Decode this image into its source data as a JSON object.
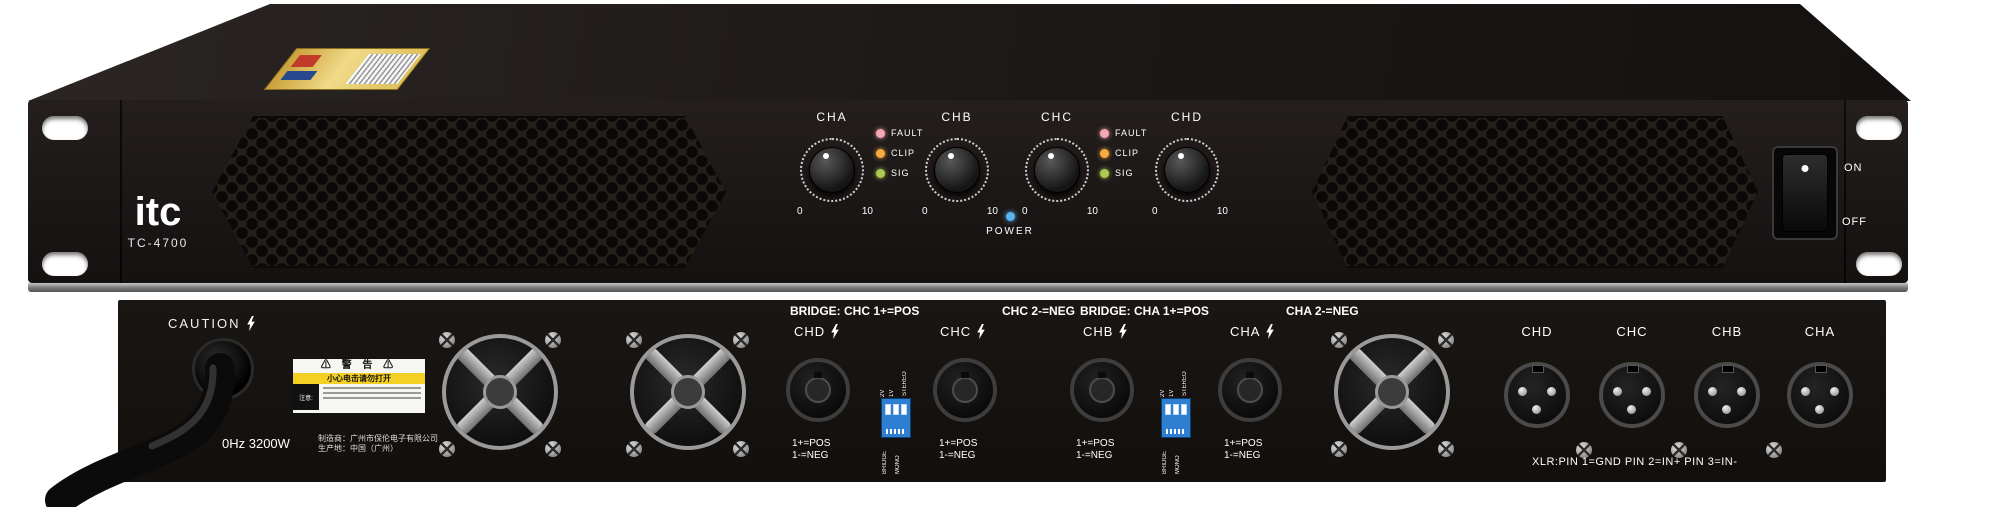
{
  "front": {
    "brand": "itc",
    "model": "TC-4700",
    "power_label": "POWER",
    "switch_on": "ON",
    "switch_off": "OFF",
    "channels": [
      {
        "label": "CHA",
        "min": "0",
        "max": "10"
      },
      {
        "label": "CHB",
        "min": "0",
        "max": "10"
      },
      {
        "label": "CHC",
        "min": "0",
        "max": "10"
      },
      {
        "label": "CHD",
        "min": "0",
        "max": "10"
      }
    ],
    "led_groups": [
      {
        "leds": [
          {
            "label": "FAULT"
          },
          {
            "label": "CLIP"
          },
          {
            "label": "SIG"
          }
        ]
      },
      {
        "leds": [
          {
            "label": "FAULT"
          },
          {
            "label": "CLIP"
          },
          {
            "label": "SIG"
          }
        ]
      }
    ],
    "colors": {
      "led_fault": "#f4a9b0",
      "led_clip": "#f6aa3f",
      "led_sig": "#abca4f",
      "led_power": "#5ab4f0",
      "panel": "#191514"
    }
  },
  "rear": {
    "caution": "CAUTION",
    "power_spec": "0Hz 3200W",
    "warning": {
      "icon": "⚠",
      "title": "警 告",
      "subtitle": "小心电击请勿打开",
      "note": "注意:"
    },
    "maker_line1": "制造商：广州市保伦电子有限公司",
    "maker_line2": "生产地：中国（广州）",
    "groups": [
      {
        "header_left": "BRIDGE: CHC 1+=POS",
        "header_right": "CHC 2-=NEG",
        "outputs": [
          {
            "label": "CHD",
            "pos": "1+=POS",
            "neg": "1-=NEG"
          },
          {
            "label": "CHC",
            "pos": "1+=POS",
            "neg": "1-=NEG"
          }
        ]
      },
      {
        "header_left": "BRIDGE: CHA 1+=POS",
        "header_right": "CHA 2-=NEG",
        "outputs": [
          {
            "label": "CHB",
            "pos": "1+=POS",
            "neg": "1-=NEG"
          },
          {
            "label": "CHA",
            "pos": "1+=POS",
            "neg": "1-=NEG"
          }
        ]
      }
    ],
    "dip": {
      "v2": "2V",
      "v1": "1V",
      "stereo": "STEREO",
      "bridge": "BRIDGE",
      "mono": "MONO"
    },
    "dip_color": "#2e7fd2",
    "xlr": {
      "labels": [
        "CHD",
        "CHC",
        "CHB",
        "CHA"
      ],
      "note": "XLR:PIN 1=GND PIN 2=IN+ PIN 3=IN-"
    }
  }
}
